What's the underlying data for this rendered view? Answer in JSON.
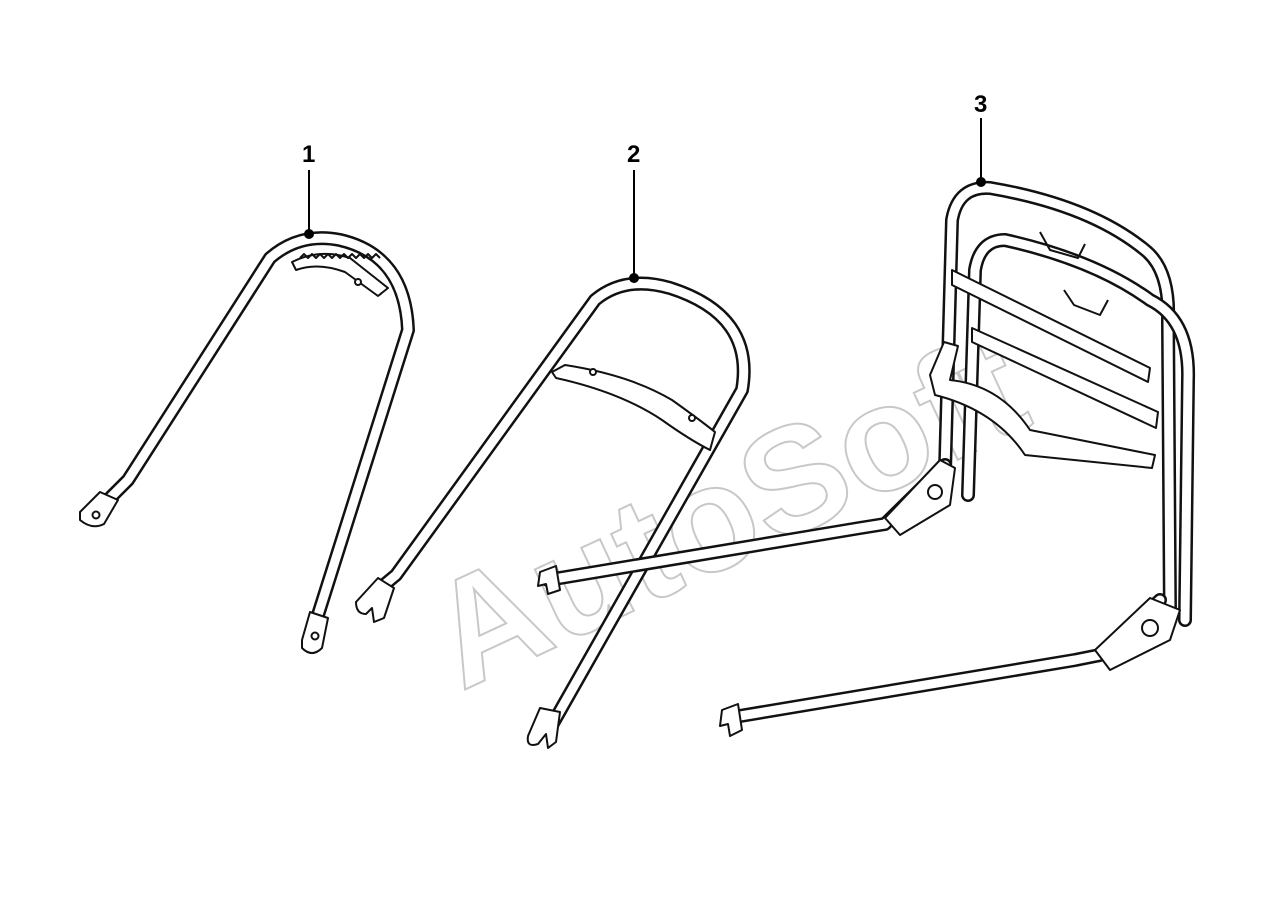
{
  "callouts": {
    "part_1": "1",
    "part_2": "2",
    "part_3": "3"
  },
  "watermark": "AutoSoft",
  "colors": {
    "line": "#111111",
    "watermark": "#c8c8c8",
    "background": "#ffffff"
  }
}
